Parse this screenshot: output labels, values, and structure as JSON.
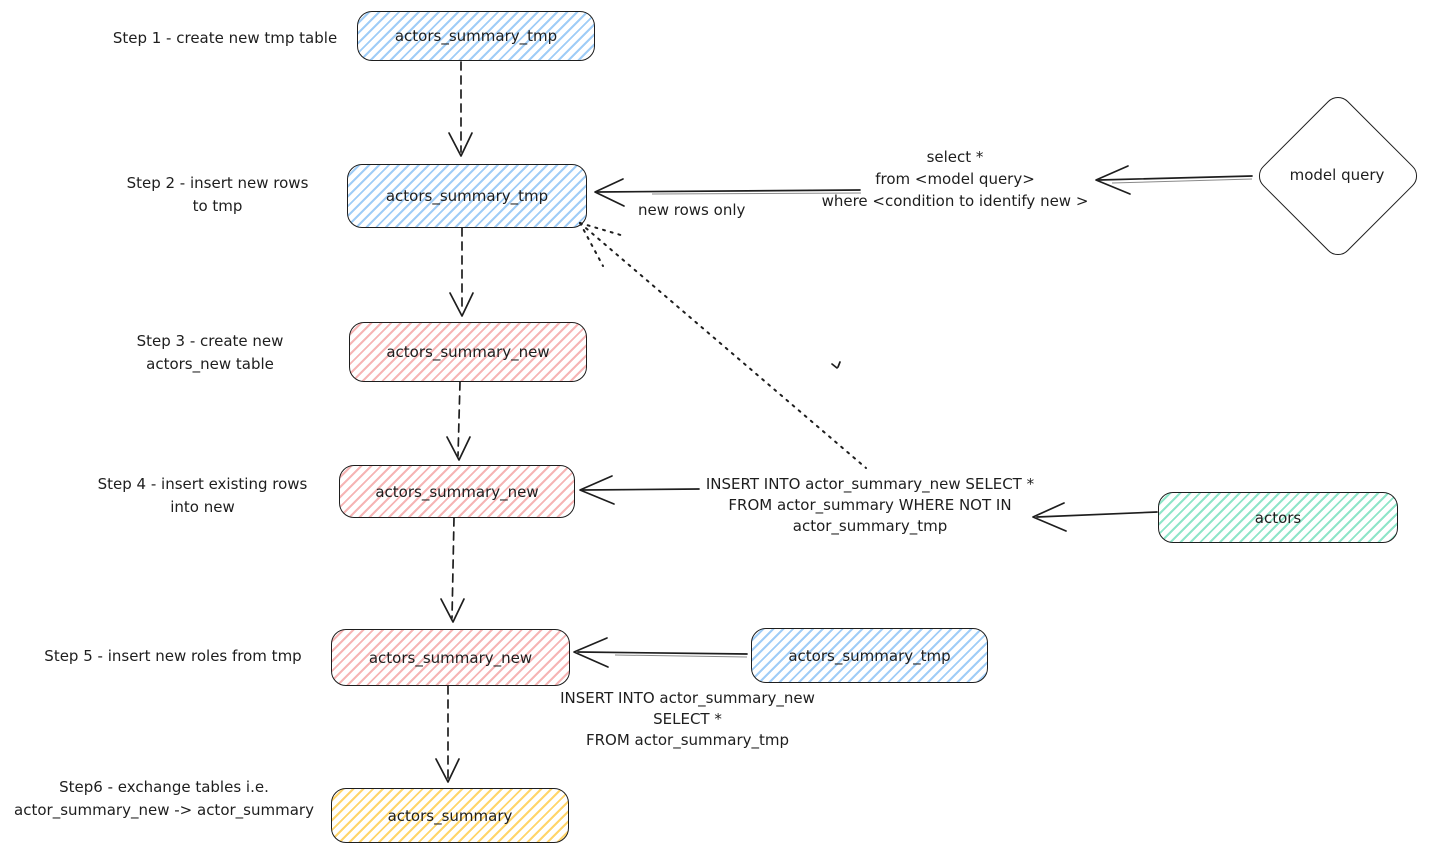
{
  "colors": {
    "stroke": "#1e1e1e",
    "blue": "#a0cdf7",
    "pink": "#f6b5b5",
    "teal": "#8fe5c9",
    "yellow": "#ffd56b"
  },
  "steps": [
    {
      "label": [
        "Step 1 - create new tmp table",
        ""
      ],
      "box": "actors_summary_tmp"
    },
    {
      "label": [
        "Step 2 - insert new rows",
        "to tmp"
      ],
      "box": "actors_summary_tmp"
    },
    {
      "label": [
        "Step 3 - create new",
        "actors_new table"
      ],
      "box": "actors_summary_new"
    },
    {
      "label": [
        "Step 4 - insert existing rows",
        "into new"
      ],
      "box": "actors_summary_new"
    },
    {
      "label": [
        "Step 5 - insert new roles from tmp",
        ""
      ],
      "box": "actors_summary_new"
    },
    {
      "label": [
        "Step6 - exchange tables i.e.",
        "actor_summary_new -> actor_summary"
      ],
      "box": "actors_summary"
    }
  ],
  "nodes": {
    "model_query": "model query",
    "actors": "actors",
    "tmp_source": "actors_summary_tmp"
  },
  "annotations": {
    "new_rows_only": "new rows only",
    "select_query": [
      "select *",
      "from <model query>",
      "where <condition to identify new >"
    ],
    "insert_where_not_in": [
      "INSERT INTO actor_summary_new SELECT *",
      "FROM actor_summary WHERE NOT IN",
      "actor_summary_tmp"
    ],
    "insert_from_tmp": [
      "INSERT INTO actor_summary_new",
      "SELECT *",
      "FROM actor_summary_tmp"
    ]
  }
}
